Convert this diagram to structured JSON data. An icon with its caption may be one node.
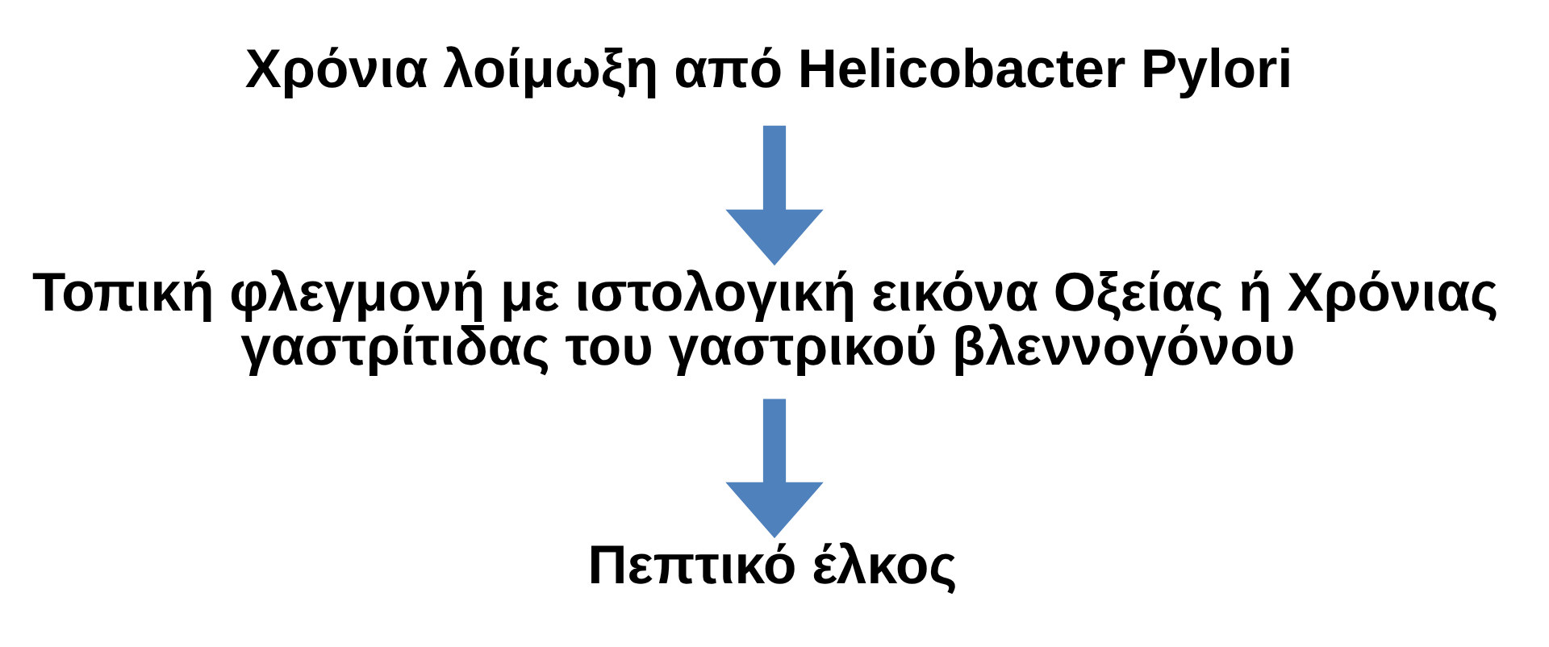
{
  "diagram": {
    "nodes": [
      {
        "text": [
          "Χρόνια λοίμωξη από Helicobacter Pylori"
        ]
      },
      {
        "text": [
          "Τοπική φλεγμονή με ιστολογική εικόνα Οξείας ή Χρόνιας γαστρίτιδας του γαστρικού βλεννογόνου"
        ]
      },
      {
        "text": [
          "Πεπτικό έλκος"
        ]
      }
    ],
    "edges": [
      {
        "from": 0,
        "to": 1,
        "arrow": "to"
      },
      {
        "from": 1,
        "to": 2,
        "arrow": "to"
      }
    ]
  }
}
